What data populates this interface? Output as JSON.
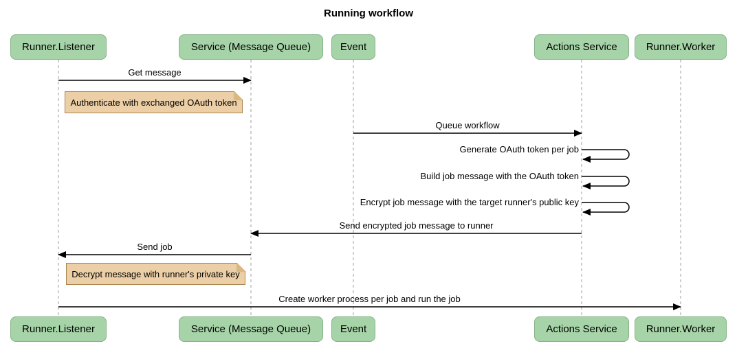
{
  "title": "Running workflow",
  "colors": {
    "background": "#ffffff",
    "text": "#000000",
    "actor_fill": "#a6d3a7",
    "actor_border": "#86b386",
    "note_fill": "#eccfa6",
    "note_border": "#a8854e",
    "note_fold": "#d9b77e",
    "line": "#000000",
    "lifeline": "#9e9e9e"
  },
  "participants": [
    {
      "id": "listener",
      "label": "Runner.Listener"
    },
    {
      "id": "queue",
      "label": "Service (Message Queue)"
    },
    {
      "id": "event",
      "label": "Event"
    },
    {
      "id": "actions",
      "label": "Actions Service"
    },
    {
      "id": "worker",
      "label": "Runner.Worker"
    }
  ],
  "messages": [
    {
      "kind": "message",
      "from": "listener",
      "to": "queue",
      "text": "Get message"
    },
    {
      "kind": "note",
      "over": "listener",
      "text": "Authenticate with exchanged OAuth token"
    },
    {
      "kind": "message",
      "from": "event",
      "to": "actions",
      "text": "Queue workflow"
    },
    {
      "kind": "self",
      "on": "actions",
      "text": "Generate OAuth token per job"
    },
    {
      "kind": "self",
      "on": "actions",
      "text": "Build job message with the OAuth token"
    },
    {
      "kind": "self",
      "on": "actions",
      "text": "Encrypt job message with the target runner's public key"
    },
    {
      "kind": "message",
      "from": "actions",
      "to": "queue",
      "text": "Send encrypted job message to runner"
    },
    {
      "kind": "message",
      "from": "queue",
      "to": "listener",
      "text": "Send job"
    },
    {
      "kind": "note",
      "over": "listener",
      "text": "Decrypt message with runner's private key"
    },
    {
      "kind": "message",
      "from": "listener",
      "to": "worker",
      "text": "Create worker process per job and run the job"
    }
  ]
}
